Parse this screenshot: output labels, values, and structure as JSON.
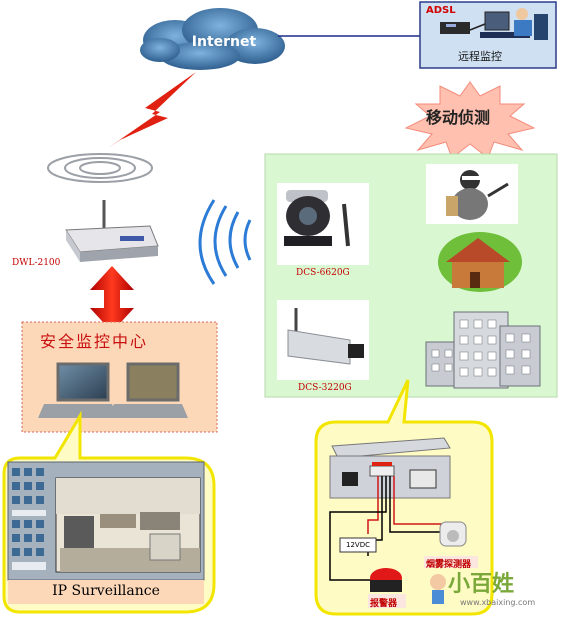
{
  "internet": {
    "label": "Internet"
  },
  "adsl": {
    "tag": "ADSL",
    "caption": "远程监控"
  },
  "motion": {
    "label": "移动侦测"
  },
  "router": {
    "model": "DWL-2100"
  },
  "cameras": [
    {
      "model": "DCS-6620G"
    },
    {
      "model": "DCS-3220G"
    }
  ],
  "center": {
    "title": "安全监控中心"
  },
  "surveillance": {
    "label": "IP Surveillance"
  },
  "io_box": {
    "voltage": "12VDC",
    "detector": "烟雾探测器",
    "alarm": "报警器"
  },
  "watermark": {
    "brand": "小百姓",
    "url": "www.xbaixing.com"
  },
  "colors": {
    "cloud": "#3a73a6",
    "panel_green": "#d9f8d2",
    "panel_orange": "#fdd8b8",
    "callout_yellow": "#fffbc4",
    "callout_border": "#f2e600",
    "red_arrow": "#e02010",
    "link_blue": "#1a2a8a"
  }
}
